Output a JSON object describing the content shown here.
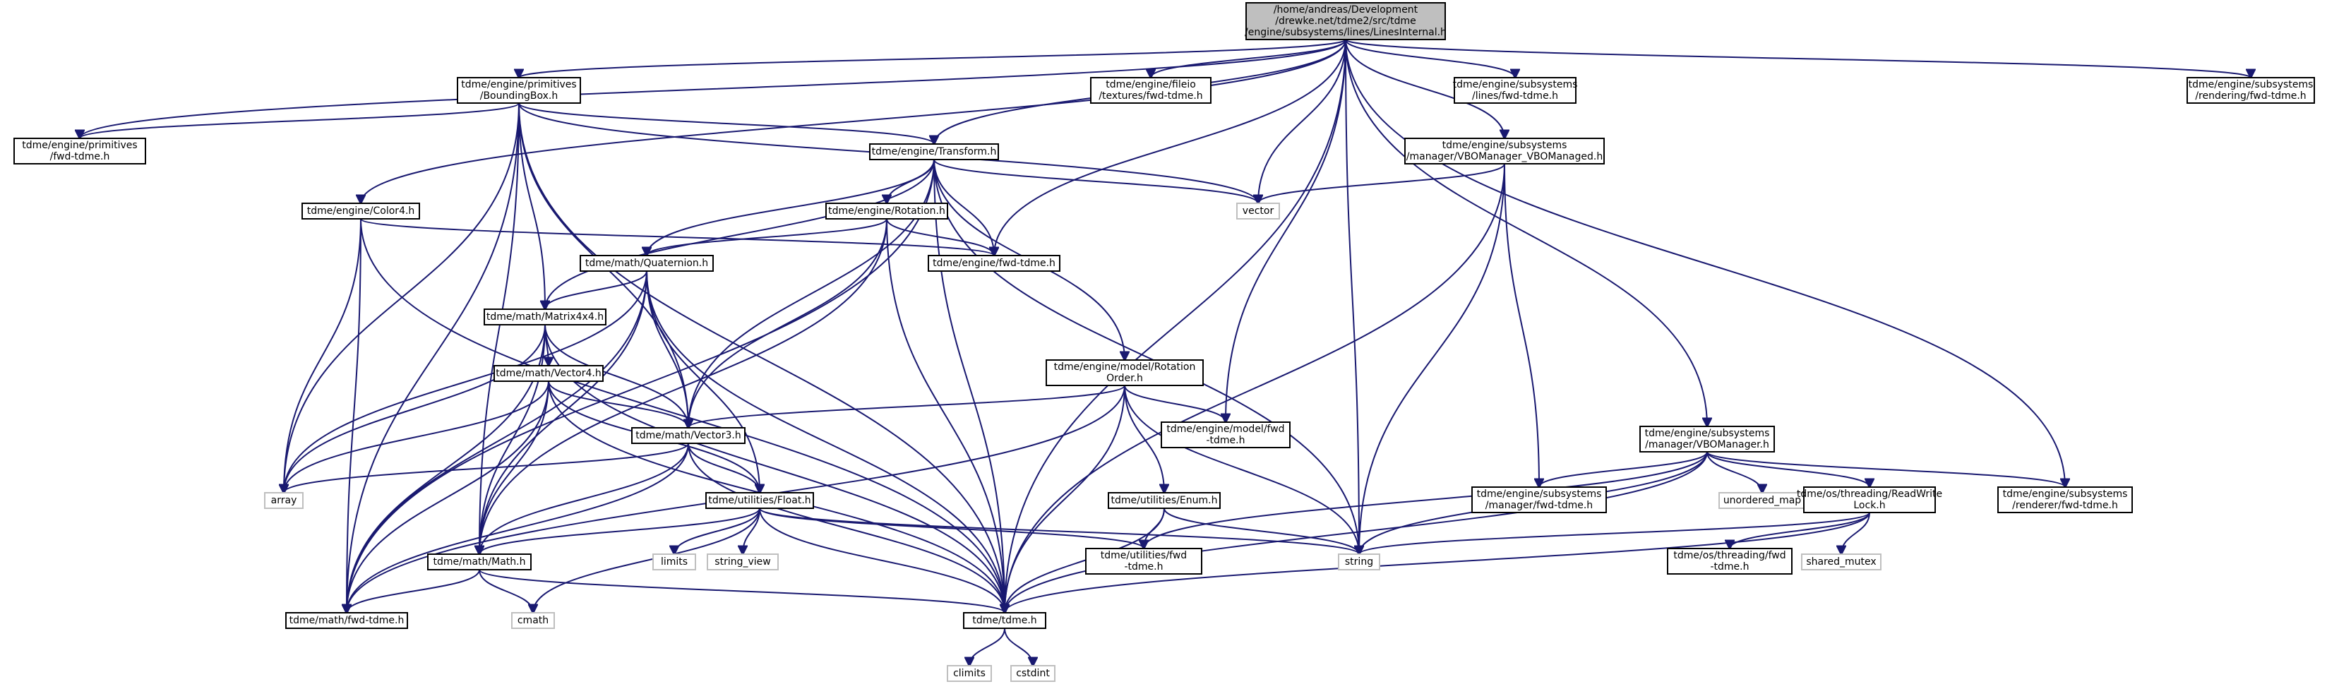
{
  "nodes": [
    {
      "id": "root",
      "lines": [
        "/home/andreas/Development",
        "/drewke.net/tdme2/src/tdme",
        "/engine/subsystems/lines/LinesInternal.h"
      ],
      "kind": "root"
    },
    {
      "id": "prim_bbox",
      "lines": [
        "tdme/engine/primitives",
        "/BoundingBox.h"
      ]
    },
    {
      "id": "prim_fwd",
      "lines": [
        "tdme/engine/primitives",
        "/fwd-tdme.h"
      ]
    },
    {
      "id": "fileio_fwd",
      "lines": [
        "tdme/engine/fileio",
        "/textures/fwd-tdme.h"
      ]
    },
    {
      "id": "lines_fwd",
      "lines": [
        "tdme/engine/subsystems",
        "/lines/fwd-tdme.h"
      ]
    },
    {
      "id": "rendering_fwd",
      "lines": [
        "tdme/engine/subsystems",
        "/rendering/fwd-tdme.h"
      ]
    },
    {
      "id": "transform",
      "lines": [
        "tdme/engine/Transform.h"
      ]
    },
    {
      "id": "vbo_managed",
      "lines": [
        "tdme/engine/subsystems",
        "/manager/VBOManager_VBOManaged.h"
      ]
    },
    {
      "id": "vector",
      "lines": [
        "vector"
      ],
      "kind": "sys"
    },
    {
      "id": "color4",
      "lines": [
        "tdme/engine/Color4.h"
      ]
    },
    {
      "id": "rotation",
      "lines": [
        "tdme/engine/Rotation.h"
      ]
    },
    {
      "id": "engine_fwd",
      "lines": [
        "tdme/engine/fwd-tdme.h"
      ]
    },
    {
      "id": "quaternion",
      "lines": [
        "tdme/math/Quaternion.h"
      ]
    },
    {
      "id": "matrix4x4",
      "lines": [
        "tdme/math/Matrix4x4.h"
      ]
    },
    {
      "id": "rotation_order",
      "lines": [
        "tdme/engine/model/Rotation",
        "Order.h"
      ]
    },
    {
      "id": "vector4",
      "lines": [
        "tdme/math/Vector4.h"
      ]
    },
    {
      "id": "model_fwd",
      "lines": [
        "tdme/engine/model/fwd",
        "-tdme.h"
      ]
    },
    {
      "id": "vector3",
      "lines": [
        "tdme/math/Vector3.h"
      ]
    },
    {
      "id": "vbo_manager",
      "lines": [
        "tdme/engine/subsystems",
        "/manager/VBOManager.h"
      ]
    },
    {
      "id": "array",
      "lines": [
        "array"
      ],
      "kind": "sys"
    },
    {
      "id": "float",
      "lines": [
        "tdme/utilities/Float.h"
      ]
    },
    {
      "id": "enum",
      "lines": [
        "tdme/utilities/Enum.h"
      ]
    },
    {
      "id": "manager_fwd",
      "lines": [
        "tdme/engine/subsystems",
        "/manager/fwd-tdme.h"
      ]
    },
    {
      "id": "unordered_map",
      "lines": [
        "unordered_map"
      ],
      "kind": "sys"
    },
    {
      "id": "rwlock",
      "lines": [
        "tdme/os/threading/ReadWrite",
        "Lock.h"
      ]
    },
    {
      "id": "renderer_fwd",
      "lines": [
        "tdme/engine/subsystems",
        "/renderer/fwd-tdme.h"
      ]
    },
    {
      "id": "limits",
      "lines": [
        "limits"
      ],
      "kind": "sys"
    },
    {
      "id": "string_view",
      "lines": [
        "string_view"
      ],
      "kind": "sys"
    },
    {
      "id": "utilities_fwd",
      "lines": [
        "tdme/utilities/fwd",
        "-tdme.h"
      ]
    },
    {
      "id": "string",
      "lines": [
        "string"
      ],
      "kind": "sys"
    },
    {
      "id": "threading_fwd",
      "lines": [
        "tdme/os/threading/fwd",
        "-tdme.h"
      ]
    },
    {
      "id": "shared_mutex",
      "lines": [
        "shared_mutex"
      ],
      "kind": "sys"
    },
    {
      "id": "math_math",
      "lines": [
        "tdme/math/Math.h"
      ]
    },
    {
      "id": "math_fwd",
      "lines": [
        "tdme/math/fwd-tdme.h"
      ]
    },
    {
      "id": "cmath",
      "lines": [
        "cmath"
      ],
      "kind": "sys"
    },
    {
      "id": "tdme_h",
      "lines": [
        "tdme/tdme.h"
      ]
    },
    {
      "id": "climits",
      "lines": [
        "climits"
      ],
      "kind": "sys"
    },
    {
      "id": "cstdint",
      "lines": [
        "cstdint"
      ],
      "kind": "sys"
    }
  ],
  "edges": [
    [
      "root",
      "prim_bbox"
    ],
    [
      "root",
      "prim_fwd"
    ],
    [
      "root",
      "fileio_fwd"
    ],
    [
      "root",
      "lines_fwd"
    ],
    [
      "root",
      "rendering_fwd"
    ],
    [
      "root",
      "transform"
    ],
    [
      "root",
      "vbo_managed"
    ],
    [
      "root",
      "vector"
    ],
    [
      "root",
      "color4"
    ],
    [
      "root",
      "engine_fwd"
    ],
    [
      "root",
      "model_fwd"
    ],
    [
      "root",
      "vbo_manager"
    ],
    [
      "root",
      "renderer_fwd"
    ],
    [
      "root",
      "string"
    ],
    [
      "root",
      "tdme_h"
    ],
    [
      "prim_bbox",
      "prim_fwd"
    ],
    [
      "prim_bbox",
      "transform"
    ],
    [
      "prim_bbox",
      "vector"
    ],
    [
      "prim_bbox",
      "matrix4x4"
    ],
    [
      "prim_bbox",
      "vector3"
    ],
    [
      "prim_bbox",
      "array"
    ],
    [
      "prim_bbox",
      "math_math"
    ],
    [
      "prim_bbox",
      "math_fwd"
    ],
    [
      "prim_bbox",
      "tdme_h"
    ],
    [
      "transform",
      "vector"
    ],
    [
      "transform",
      "rotation"
    ],
    [
      "transform",
      "engine_fwd"
    ],
    [
      "transform",
      "quaternion"
    ],
    [
      "transform",
      "matrix4x4"
    ],
    [
      "transform",
      "rotation_order"
    ],
    [
      "transform",
      "vector3"
    ],
    [
      "transform",
      "string"
    ],
    [
      "transform",
      "tdme_h"
    ],
    [
      "transform",
      "math_fwd"
    ],
    [
      "vbo_managed",
      "vector"
    ],
    [
      "vbo_managed",
      "string"
    ],
    [
      "vbo_managed",
      "manager_fwd"
    ],
    [
      "vbo_managed",
      "tdme_h"
    ],
    [
      "color4",
      "engine_fwd"
    ],
    [
      "color4",
      "array"
    ],
    [
      "color4",
      "math_fwd"
    ],
    [
      "color4",
      "tdme_h"
    ],
    [
      "rotation",
      "engine_fwd"
    ],
    [
      "rotation",
      "quaternion"
    ],
    [
      "rotation",
      "vector3"
    ],
    [
      "rotation",
      "math_math"
    ],
    [
      "rotation",
      "tdme_h"
    ],
    [
      "quaternion",
      "matrix4x4"
    ],
    [
      "quaternion",
      "vector3"
    ],
    [
      "quaternion",
      "array"
    ],
    [
      "quaternion",
      "float"
    ],
    [
      "quaternion",
      "math_math"
    ],
    [
      "quaternion",
      "math_fwd"
    ],
    [
      "quaternion",
      "tdme_h"
    ],
    [
      "matrix4x4",
      "vector4"
    ],
    [
      "matrix4x4",
      "vector3"
    ],
    [
      "matrix4x4",
      "array"
    ],
    [
      "matrix4x4",
      "math_math"
    ],
    [
      "matrix4x4",
      "math_fwd"
    ],
    [
      "matrix4x4",
      "tdme_h"
    ],
    [
      "rotation_order",
      "model_fwd"
    ],
    [
      "rotation_order",
      "vector3"
    ],
    [
      "rotation_order",
      "enum"
    ],
    [
      "rotation_order",
      "string"
    ],
    [
      "rotation_order",
      "tdme_h"
    ],
    [
      "rotation_order",
      "math_fwd"
    ],
    [
      "vector4",
      "vector3"
    ],
    [
      "vector4",
      "array"
    ],
    [
      "vector4",
      "float"
    ],
    [
      "vector4",
      "math_math"
    ],
    [
      "vector4",
      "math_fwd"
    ],
    [
      "vector4",
      "tdme_h"
    ],
    [
      "vector3",
      "array"
    ],
    [
      "vector3",
      "float"
    ],
    [
      "vector3",
      "math_math"
    ],
    [
      "vector3",
      "math_fwd"
    ],
    [
      "vector3",
      "tdme_h"
    ],
    [
      "vbo_manager",
      "manager_fwd"
    ],
    [
      "vbo_manager",
      "unordered_map"
    ],
    [
      "vbo_manager",
      "rwlock"
    ],
    [
      "vbo_manager",
      "renderer_fwd"
    ],
    [
      "vbo_manager",
      "string"
    ],
    [
      "vbo_manager",
      "utilities_fwd"
    ],
    [
      "vbo_manager",
      "tdme_h"
    ],
    [
      "float",
      "limits"
    ],
    [
      "float",
      "string_view"
    ],
    [
      "float",
      "utilities_fwd"
    ],
    [
      "float",
      "string"
    ],
    [
      "float",
      "math_math"
    ],
    [
      "float",
      "cmath"
    ],
    [
      "float",
      "tdme_h"
    ],
    [
      "enum",
      "utilities_fwd"
    ],
    [
      "enum",
      "string"
    ],
    [
      "enum",
      "tdme_h"
    ],
    [
      "rwlock",
      "threading_fwd"
    ],
    [
      "rwlock",
      "shared_mutex"
    ],
    [
      "rwlock",
      "string"
    ],
    [
      "rwlock",
      "tdme_h"
    ],
    [
      "math_math",
      "cmath"
    ],
    [
      "math_math",
      "math_fwd"
    ],
    [
      "math_math",
      "tdme_h"
    ],
    [
      "tdme_h",
      "climits"
    ],
    [
      "tdme_h",
      "cstdint"
    ]
  ],
  "colors": {
    "edge": "#191970",
    "root_fill": "#bfbfbf",
    "sys_border": "#bfbfbf",
    "node_border": "#000000"
  }
}
